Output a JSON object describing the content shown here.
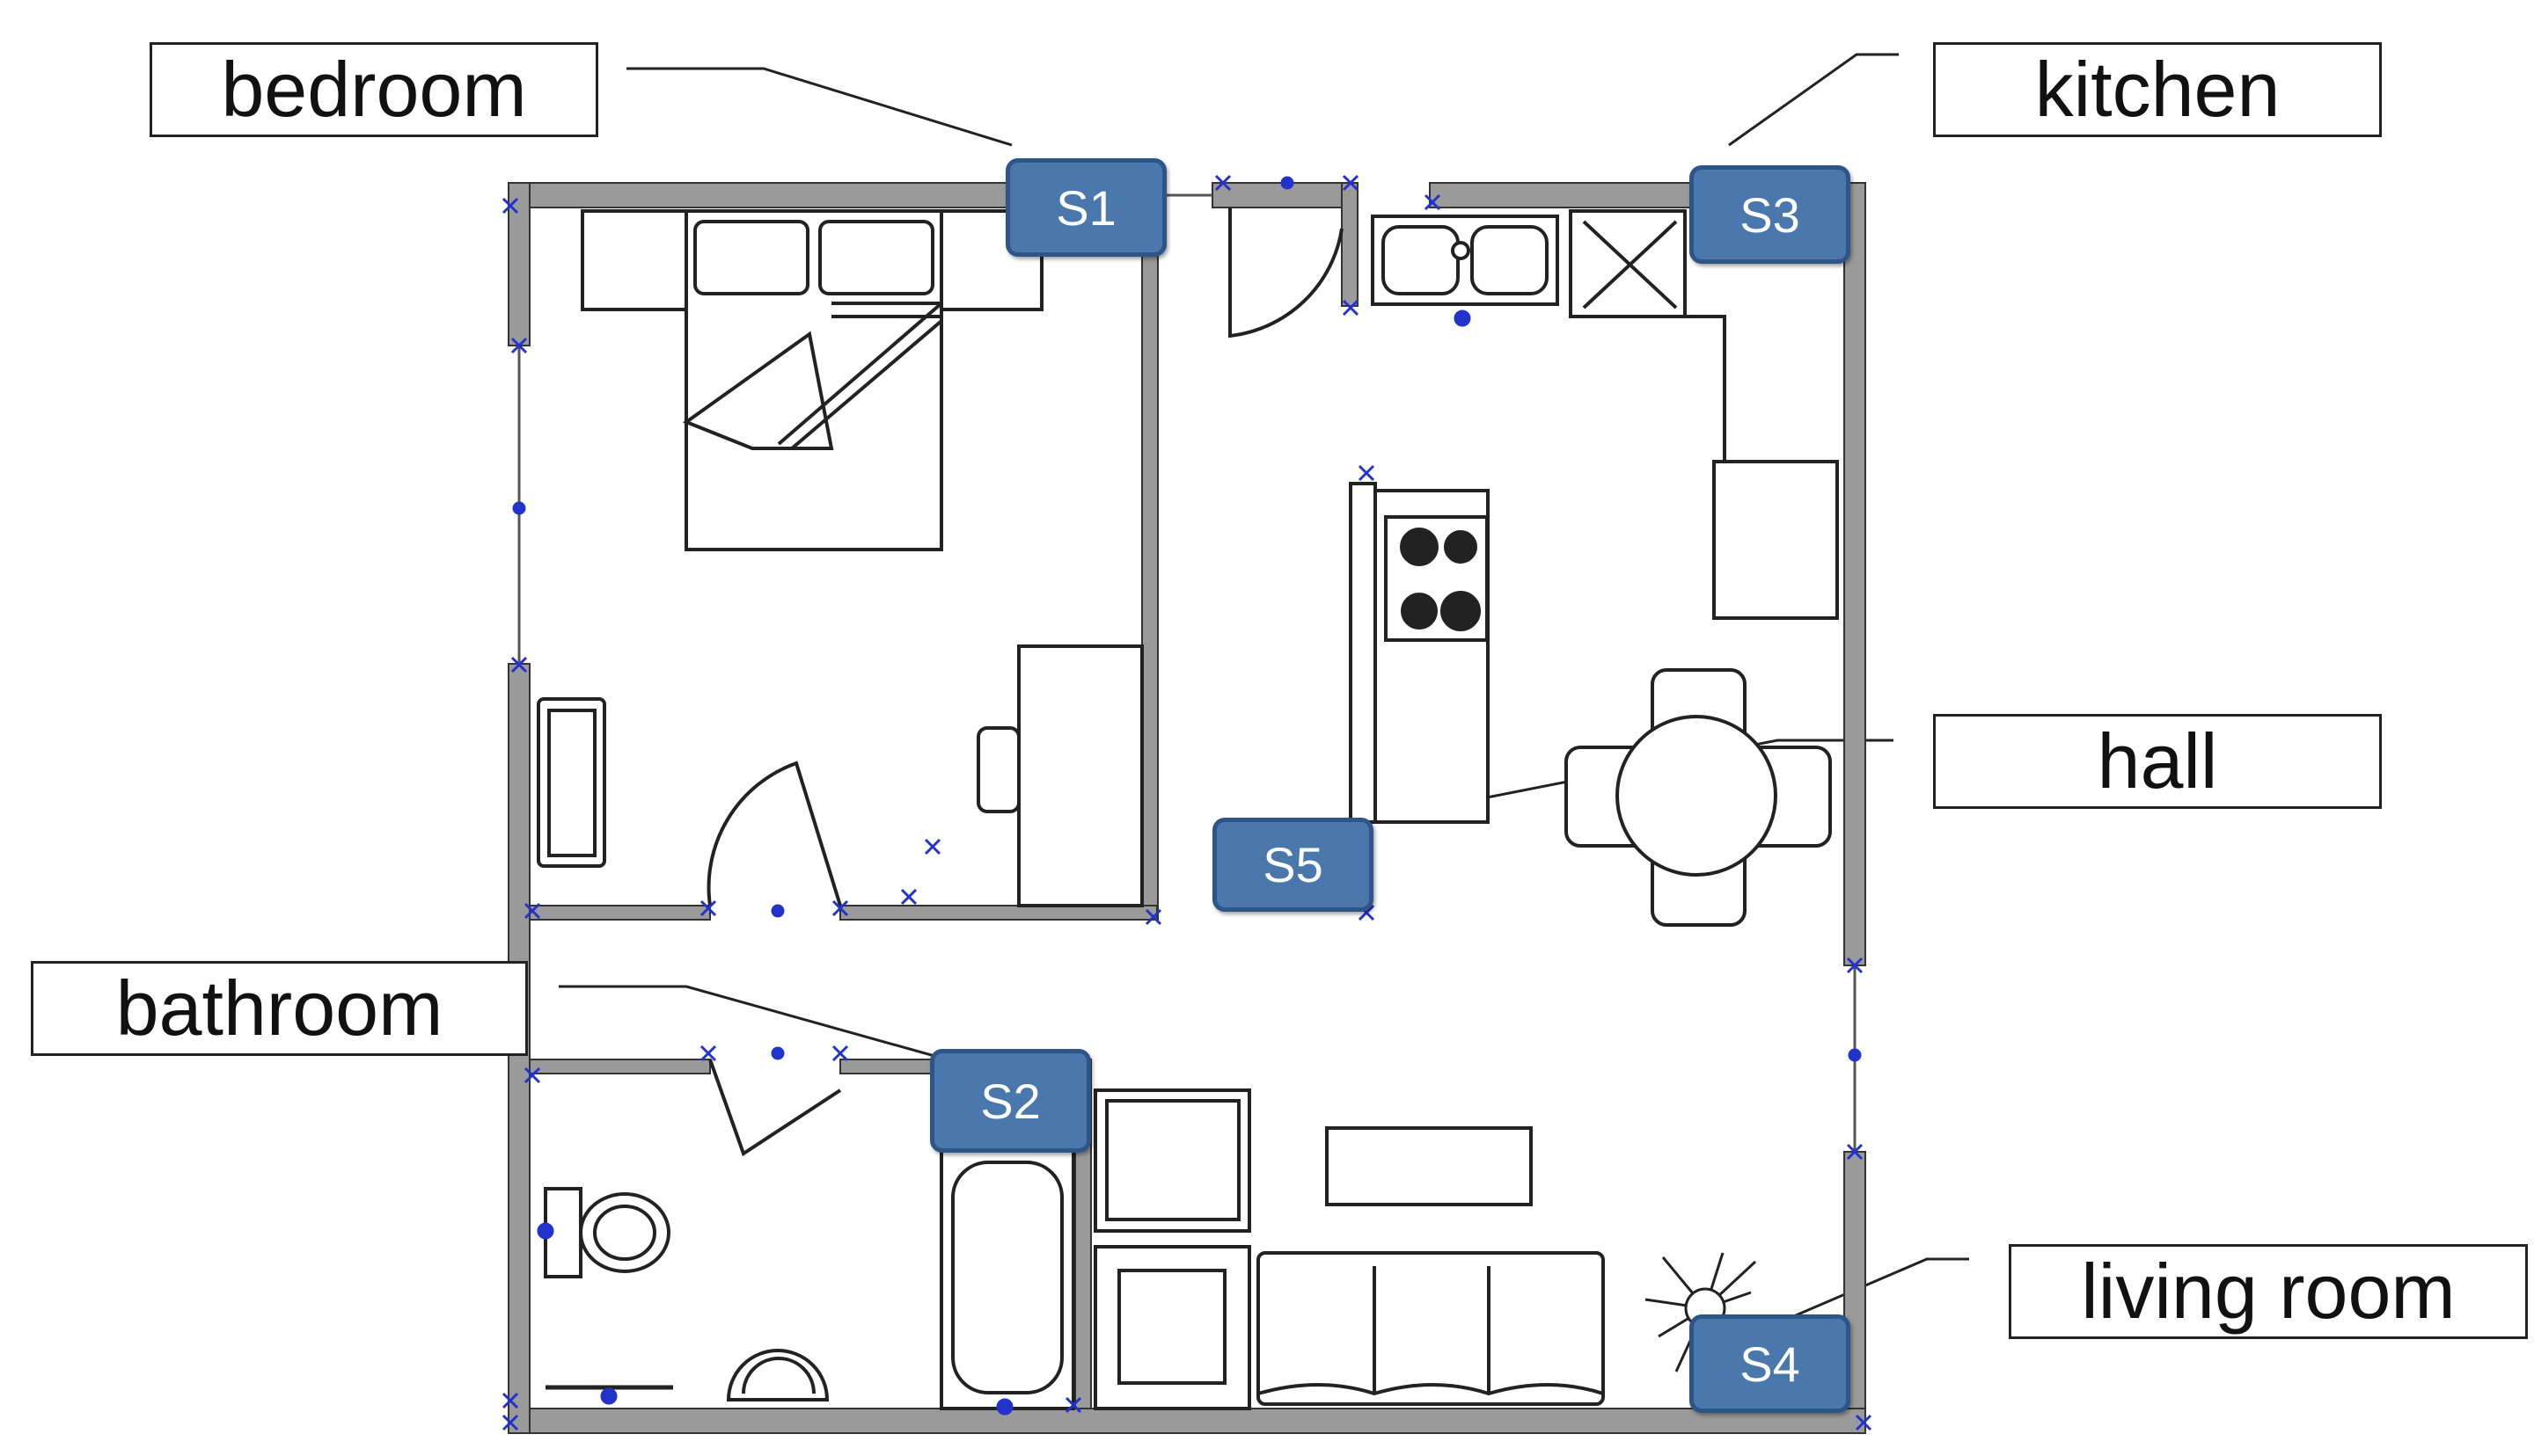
{
  "rooms": [
    {
      "id": "bedroom",
      "label": "bedroom",
      "sensor": "S1"
    },
    {
      "id": "bathroom",
      "label": "bathroom",
      "sensor": "S2"
    },
    {
      "id": "kitchen",
      "label": "kitchen",
      "sensor": "S3"
    },
    {
      "id": "living-room",
      "label": "living room",
      "sensor": "S4"
    },
    {
      "id": "hall",
      "label": "hall",
      "sensor": "S5"
    }
  ],
  "colors": {
    "wall": "#9a9a9a",
    "wall_edge": "#333333",
    "sensor_fill": "#4a78ad",
    "sensor_border": "#2d5587",
    "marker": "#2233cc"
  }
}
